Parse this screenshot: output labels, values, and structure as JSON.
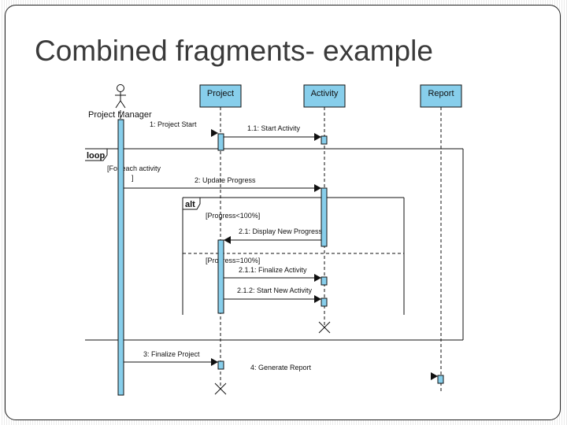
{
  "slide": {
    "title": "Combined fragments- example"
  },
  "diagram": {
    "actor": "Project Manager",
    "lifelines": [
      "Project",
      "Activity",
      "Report"
    ],
    "fragments": {
      "loop_keyword": "loop",
      "loop_guard_line1": "[For each activity",
      "loop_guard_line2": "]",
      "alt_keyword": "alt",
      "alt_guard_1": "[Progress<100%]",
      "alt_guard_2": "[Progress=100%]"
    },
    "messages": {
      "m1": "1: Project Start",
      "m1_1": "1.1: Start Activity",
      "m2": "2: Update Progress",
      "m2_1": "2.1: Display New Progress",
      "m2_1_1": "2.1.1: Finalize Activity",
      "m2_1_2": "2.1.2: Start New Activity",
      "m3": "3: Finalize Project",
      "m4": "4: Generate Report"
    },
    "colors": {
      "lifeline_box": "#87ceeb",
      "activation": "#87ceeb",
      "line": "#111111"
    }
  }
}
